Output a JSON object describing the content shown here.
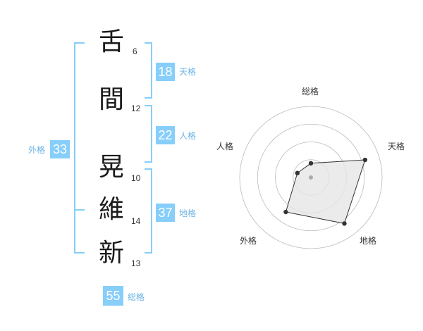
{
  "name": {
    "characters": [
      {
        "char": "舌",
        "strokes": "6"
      },
      {
        "char": "間",
        "strokes": "12"
      },
      {
        "char": "晃",
        "strokes": "10"
      },
      {
        "char": "維",
        "strokes": "14"
      },
      {
        "char": "新",
        "strokes": "13"
      }
    ]
  },
  "fortune": {
    "tenkaku": {
      "value": "18",
      "label": "天格"
    },
    "jinkaku": {
      "value": "22",
      "label": "人格"
    },
    "chikaku": {
      "value": "37",
      "label": "地格"
    },
    "gaikaku": {
      "value": "33",
      "label": "外格"
    },
    "soukaku": {
      "value": "55",
      "label": "総格"
    }
  },
  "chart_data": {
    "type": "radar",
    "axes": [
      "総格",
      "天格",
      "地格",
      "外格",
      "人格"
    ],
    "values": [
      1,
      4,
      4,
      3,
      1
    ],
    "range": [
      0,
      5
    ],
    "rings": 4,
    "colors": {
      "ring": "#bbbbbb",
      "fill": "#e6e6e6",
      "line": "#333333",
      "point": "#333333",
      "center": "#aaaaaa"
    }
  },
  "colors": {
    "accent": "#87cefa",
    "bracket": "#87cefa",
    "label": "#6cb4e4"
  }
}
